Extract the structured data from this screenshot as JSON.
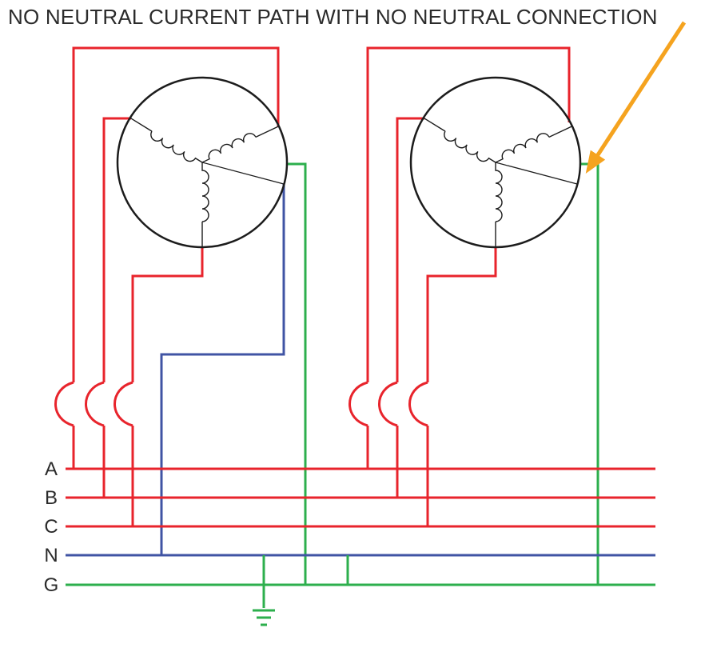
{
  "title": "NO NEUTRAL CURRENT PATH WITH NO NEUTRAL CONNECTION",
  "buses": [
    {
      "label": "A"
    },
    {
      "label": "B"
    },
    {
      "label": "C"
    },
    {
      "label": "N"
    },
    {
      "label": "G"
    }
  ],
  "colors": {
    "phase": "#e8242c",
    "neutral": "#4054a4",
    "ground": "#2daf4d",
    "arrow": "#f5a31f",
    "ink": "#1c1c1c",
    "text": "#2b2b2b"
  }
}
